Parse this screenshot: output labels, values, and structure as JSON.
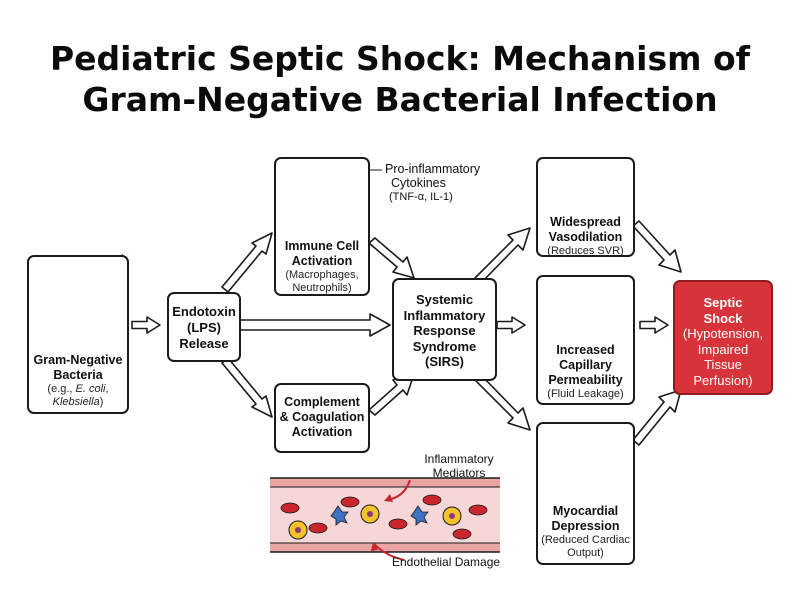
{
  "title": {
    "line1": "Pediatric Septic Shock: Mechanism of",
    "line2": "Gram-Negative Bacterial Infection"
  },
  "nodes": {
    "bacteria": {
      "title_1": "Gram-Negative",
      "title_2": "Bacteria",
      "sub_prefix": "(e.g., ",
      "sub_ecoli": "E. coli",
      "sub_sep": ",",
      "sub_kleb": "Klebsiella",
      "sub_suffix": ")"
    },
    "endotoxin": {
      "line1": "Endotoxin",
      "line2": "(LPS)",
      "line3": "Release"
    },
    "immune": {
      "line1": "Immune Cell",
      "line2": "Activation",
      "sub1": "(Macrophages,",
      "sub2": "Neutrophils)"
    },
    "complement": {
      "line1": "Complement",
      "line2": "& Coagulation",
      "line3": "Activation"
    },
    "sirs": {
      "line1": "Systemic",
      "line2": "Inflammatory",
      "line3": "Response",
      "line4": "Syndrome",
      "line5": "(SIRS)"
    },
    "vasodilation": {
      "line1": "Widespread",
      "line2": "Vasodilation",
      "sub": "(Reduces SVR)"
    },
    "permeability": {
      "line1": "Increased",
      "line2": "Capillary",
      "line3": "Permeability",
      "sub": "(Fluid Leakage)"
    },
    "myocardial": {
      "line1": "Myocardial",
      "line2": "Depression",
      "sub1": "(Reduced Cardiac",
      "sub2": "Output)"
    },
    "shock": {
      "line1": "Septic",
      "line2": "Shock",
      "sub1": "(Hypotension,",
      "sub2": "Impaired",
      "sub3": "Tissue",
      "sub4": "Perfusion)"
    }
  },
  "annotations": {
    "cytokines_1": "Pro-inflammatory",
    "cytokines_2": "Cytokines",
    "cytokines_3": "(TNF-α, IL-1)",
    "mediators_1": "Inflammatory",
    "mediators_2": "Mediators",
    "damage": "Endothelial Damage"
  },
  "colors": {
    "shock_fill": "#d6343a",
    "vessel_red": "#c8252d",
    "vessel_blue": "#3f74c4",
    "cell_yellow": "#f3c32b",
    "outline": "#1b1b1b"
  }
}
